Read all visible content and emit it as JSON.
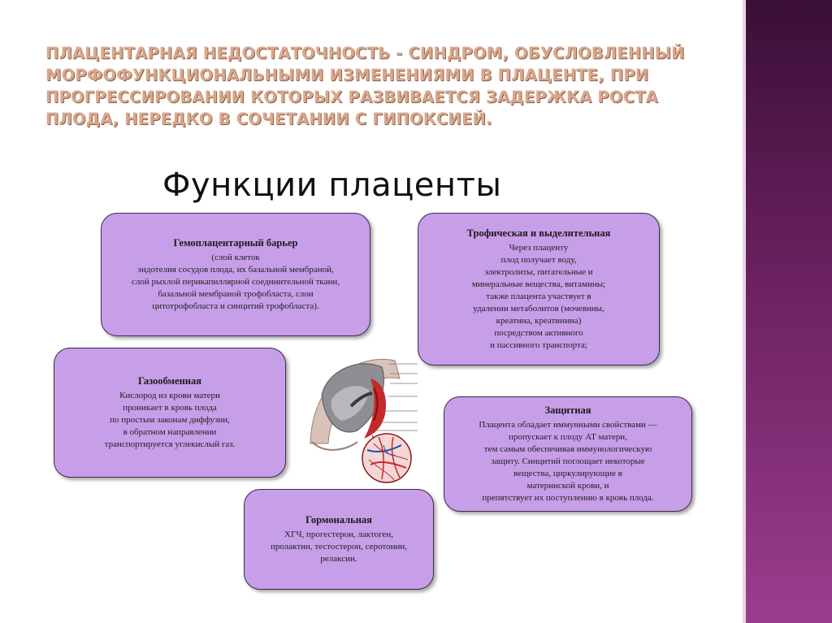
{
  "heading": [
    "Плацентарная недостаточность - синдром, обусловленный",
    "морфофункциональными изменениями в плаценте, при",
    "прогрессировании которых развивается задержка роста",
    "плода, нередко в сочетании с гипоксией."
  ],
  "sub_heading": "Функции плаценты",
  "boxes": {
    "barrier": {
      "title": "Гемоплацентарный барьер",
      "lines": [
        "(слой клеток",
        "эндотелия сосудов плода, их базальной мембраной,",
        "слой рыхлой перикапиллярной соединительной ткани,",
        "базальной мембраной трофобласта, слои",
        "цитотрофобласта и синцитий трофобласта)."
      ]
    },
    "trophic": {
      "title": "Трофическая и выделительная",
      "lines": [
        "Через плаценту",
        "плод получает воду,",
        "электролиты, питательные и",
        "минеральные вещества, витамины;",
        "также плацента участвует в",
        "удалении метаболитов (мочевины,",
        "креатина, креатинина)",
        "посредством активного",
        "и пассивного транспорта;"
      ]
    },
    "gas": {
      "title": "Газообменная",
      "lines": [
        "Кислород из крови матери",
        "проникает в кровь плода",
        "по простым законам диффузии,",
        "в обратном направлении",
        "транспортируется углекислый газ."
      ]
    },
    "protective": {
      "title": "Защитная",
      "lines": [
        "Плацента обладает иммунными свойствами —",
        "пропускает к плоду АТ матери,",
        "тем самым обеспечивая иммунологическую",
        "защиту. Синцитий поглощает некоторые",
        "вещества, циркулирующие в",
        "материнской крови, и",
        "препятствует их поступлению в кровь плода."
      ]
    },
    "hormonal": {
      "title": "Гормональная",
      "lines": [
        "ХГЧ, прогестерон, лактоген,",
        "пролактин, тестостерон, серотонин,",
        "релаксин."
      ]
    }
  },
  "colors": {
    "box_fill": "#c79ee8",
    "heading": "#d9a88c",
    "band_top": "#3a0f36",
    "band_bottom": "#9a3d8d"
  }
}
